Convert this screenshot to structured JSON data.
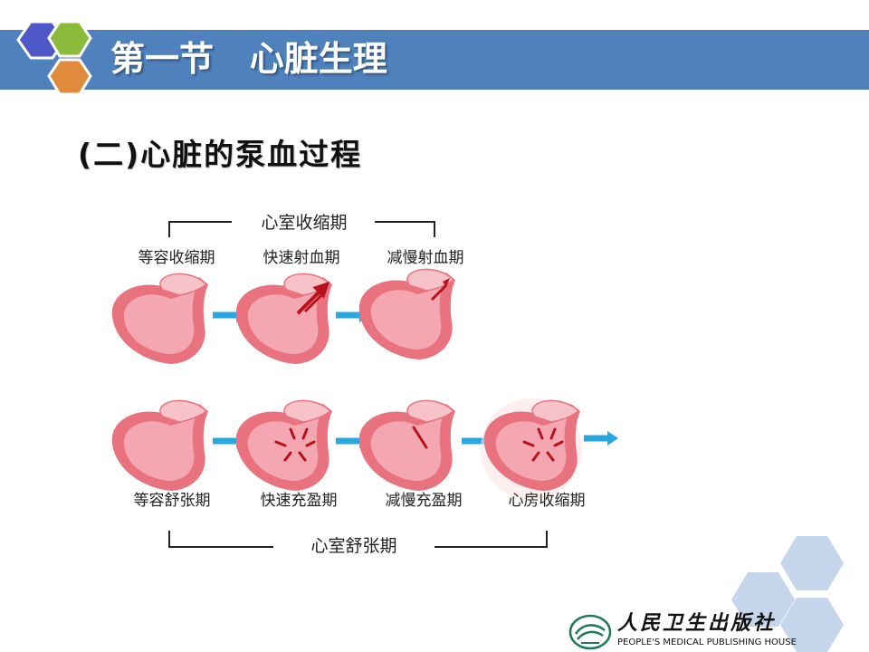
{
  "slide": {
    "title": "第一节   心脏生理",
    "subtitle": "(二)心脏的泵血过程"
  },
  "diagram": {
    "systole_group_label": "心室收缩期",
    "diastole_group_label": "心室舒张期",
    "systole_phases": [
      "等容收缩期",
      "快速射血期",
      "减慢射血期"
    ],
    "diastole_phases": [
      "等容舒张期",
      "快速充盈期",
      "减慢充盈期",
      "心房收缩期"
    ]
  },
  "publisher": {
    "name_cn": "人民卫生出版社",
    "name_en": "PEOPLE'S MEDICAL PUBLISHING HOUSE"
  },
  "colors": {
    "header_bar": "#4f81bd",
    "hex_blue": "#4f58c9",
    "hex_green": "#8cbb3c",
    "hex_orange": "#e08a3c",
    "heart_fill": "#f4a7b0",
    "heart_wall": "#e8737f",
    "arrow": "#29a8e0",
    "blood_arrow": "#b5121b",
    "deco_hex": "#c5d6ec"
  }
}
